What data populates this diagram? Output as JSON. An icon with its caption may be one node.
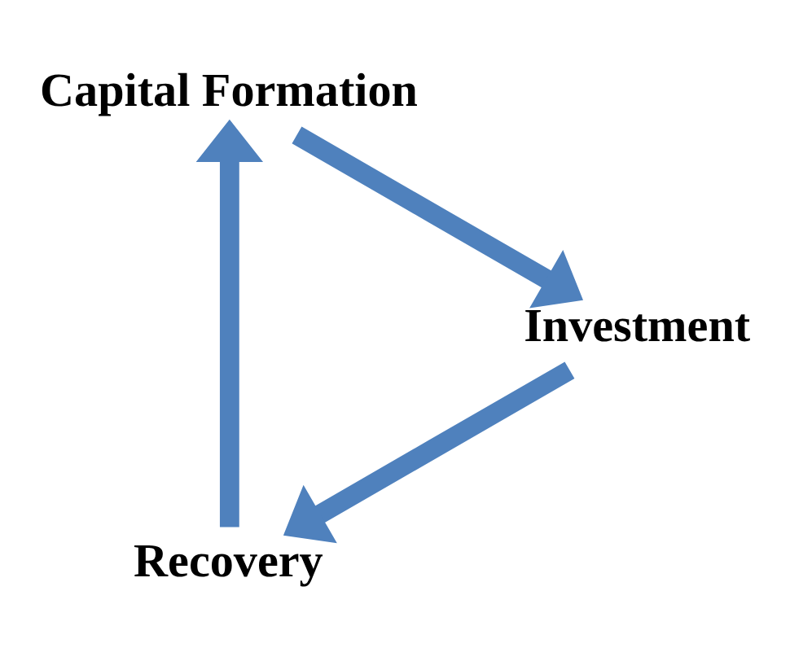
{
  "diagram": {
    "nodes": [
      {
        "text": [
          "Recovery"
        ]
      },
      {
        "text": [
          "Capital Formation"
        ]
      },
      {
        "text": [
          "Investment"
        ]
      }
    ],
    "edges": [
      {
        "from": 0,
        "to": 1,
        "arrow": "to"
      },
      {
        "from": 1,
        "to": 2,
        "arrow": "to"
      },
      {
        "from": 2,
        "to": 0,
        "arrow": "to"
      }
    ]
  }
}
